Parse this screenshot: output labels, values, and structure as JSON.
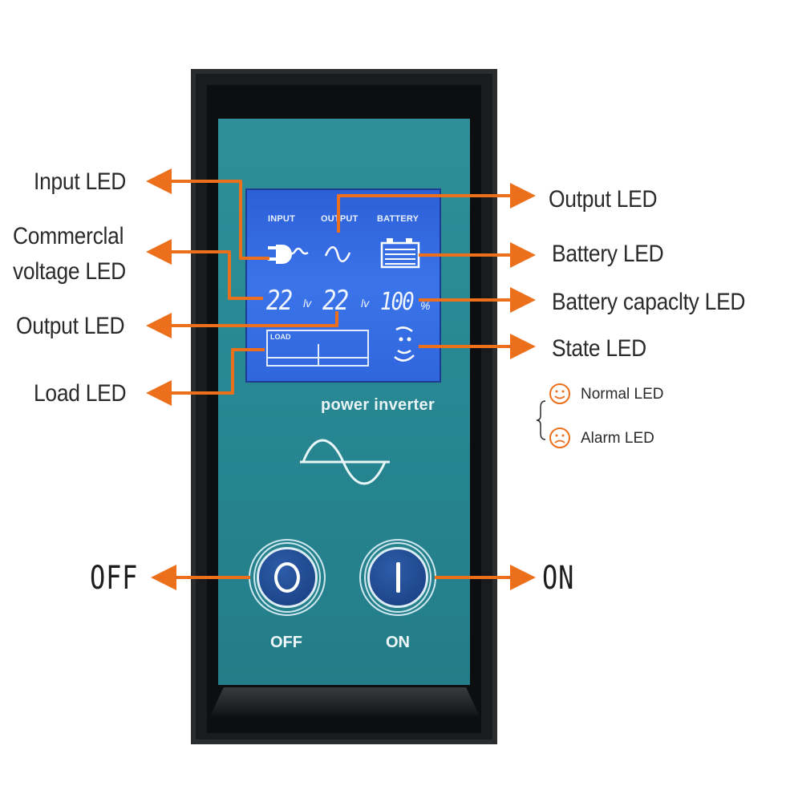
{
  "labels_left": {
    "input_led": "Input LED",
    "commercial_line1": "Commerclal",
    "commercial_line2": "voltage LED",
    "output_led": "Output LED",
    "load_led": "Load LED"
  },
  "labels_right": {
    "output_led": "Output LED",
    "battery_led": "Battery LED",
    "battery_capacity_led": "Battery capaclty LED",
    "state_led": "State LED",
    "normal_led": "Normal LED",
    "alarm_led": "Alarm LED"
  },
  "lcd": {
    "input_header": "INPUT",
    "output_header": "OUTPUT",
    "battery_header": "BATTERY",
    "input_voltage": "22",
    "voltage_unit_1": "lv",
    "output_voltage": "22",
    "voltage_unit_2": "lv",
    "battery_capacity": "100",
    "battery_unit": "%",
    "load_label": "LOAD"
  },
  "panel": {
    "brand": "power inverter",
    "off_button_label": "OFF",
    "on_button_label": "ON"
  },
  "switch_labels": {
    "off": "OFF",
    "on": "ON"
  },
  "colors": {
    "arrow": "#ec6f1c",
    "panel_teal": "#2a8893",
    "lcd_blue": "#3469e0",
    "button_blue": "#1f4a94"
  }
}
